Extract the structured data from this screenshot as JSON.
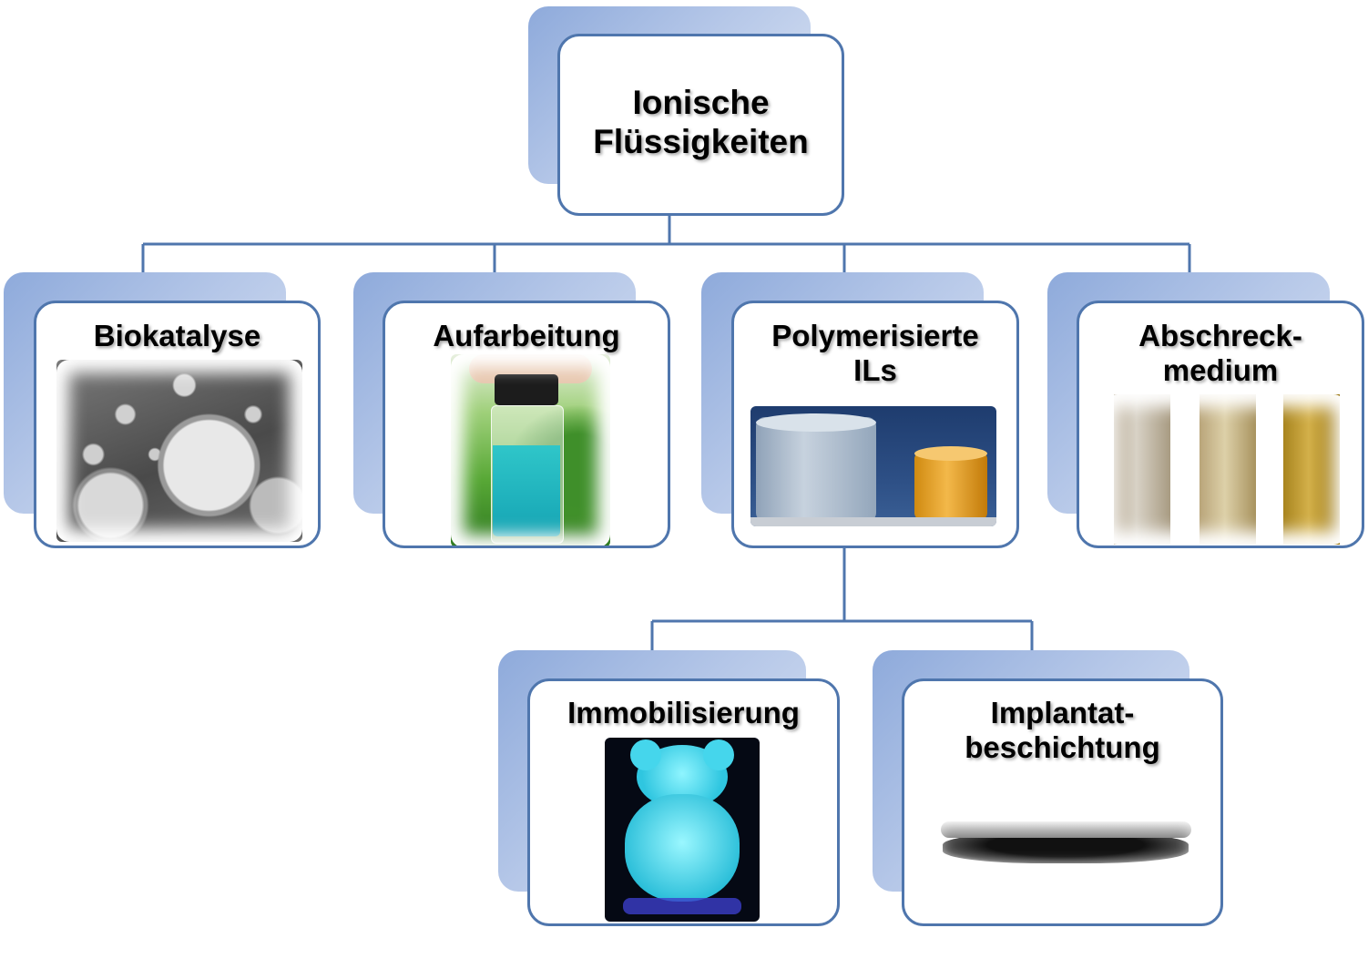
{
  "root": {
    "label_line1": "Ionische",
    "label_line2": "Flüssigkeiten"
  },
  "level1": [
    {
      "id": "biokatalyse",
      "label_line1": "Biokatalyse",
      "label_line2": "",
      "image": "sem-microparticles-image"
    },
    {
      "id": "aufarbeitung",
      "label_line1": "Aufarbeitung",
      "label_line2": "",
      "image": "vial-blue-liquid-image"
    },
    {
      "id": "polymerisierte-ils",
      "label_line1": "Polymerisierte",
      "label_line2": "ILs",
      "image": "polymer-cylinders-image"
    },
    {
      "id": "abschreckmedium",
      "label_line1": "Abschreck-",
      "label_line2": "medium",
      "image": "quenched-samples-image"
    }
  ],
  "level2": [
    {
      "id": "immobilisierung",
      "label_line1": "Immobilisierung",
      "label_line2": "",
      "image": "glowing-gummy-bear-image"
    },
    {
      "id": "implantatbeschichtung",
      "label_line1": "Implantat-",
      "label_line2": "beschichtung",
      "image": "coated-implant-image"
    }
  ],
  "colors": {
    "border": "#4f76ad",
    "connector": "#4f76ad",
    "shadow": "#8eaadb"
  }
}
